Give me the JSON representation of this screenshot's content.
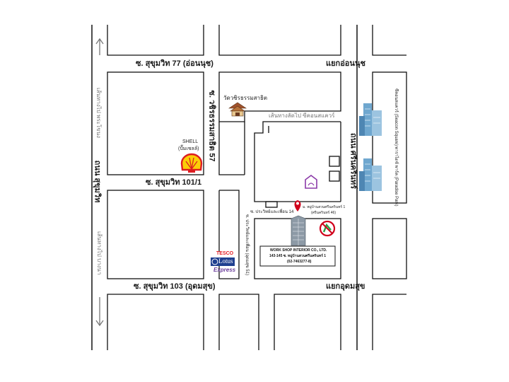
{
  "roads": {
    "soi_77": "ซ. สุขุมวิท 77 (อ่อนนุช)",
    "onnut_junction": "แยกอ่อนนุช",
    "soi_101_1": "ซ. สุขุมวิท 101/1",
    "soi_103": "ซ. สุขุมวิท 103 (อุดมสุข)",
    "udomsuk_junction": "แยกอุดมสุข",
    "sukhumvit": "ถนน สุขุมวิท",
    "srinakarin": "ถนน ศรีนครินทร์",
    "wachira_57": "ซ. วชิรธรรมสาธิต 57",
    "prawet_14": "ซ. ประวิทย์และเพื่อน 14",
    "prawet_side": "ซ. ประวิทย์และเพื่อน (อุดมสุข 51)",
    "to_prakanong": "เส้นทางไป พระโขนง",
    "to_bangna": "เส้นทางไป บางนา",
    "to_seacon": "เส้นทางลัดไป ซีคอนสแควร์"
  },
  "places": {
    "temple": "วัดวชิรธรรมสาธิต",
    "shell_name": "SHELL",
    "shell_thai": "(ปั๊มเชลล์)",
    "seacon": "ซีคอนสแควร์ (Seacon Square)",
    "paradise": "พาราไดซ์ พาร์ค (Paradise Park)",
    "muban": "ม. หมู่บ้านสวนศรีนครินทร์ 1",
    "muban_sub": "(ศรีนครินทร์ 46)",
    "tesco_top": "TESCO",
    "tesco_lotus": "Lotus",
    "tesco_express": "Express"
  },
  "company": {
    "name": "WORK SHOP INTERIOR CO., LTD.",
    "address": "143-145 ซ. หมู่บ้านสวนศรีนครินทร์ 1",
    "phone": "(02-7463277-8)"
  },
  "colors": {
    "road_line": "#111111",
    "shell_red": "#dd1d21",
    "shell_yellow": "#fbce07",
    "tesco_red": "#e31b23",
    "tesco_blue": "#1f3f8f",
    "building_blue": "#6fa7cf",
    "sign_green": "#2ea043",
    "sign_red": "#d0021b",
    "pin_red": "#d0021b",
    "purple_logo": "#8b3aa8"
  },
  "icons": [
    "north-arrow-icon",
    "south-arrow-icon",
    "temple-icon",
    "shell-logo-icon",
    "tesco-lotus-logo",
    "building-icon",
    "location-pin-icon",
    "no-uturn-sign-icon",
    "office-tower-icon",
    "purple-logo-icon"
  ]
}
